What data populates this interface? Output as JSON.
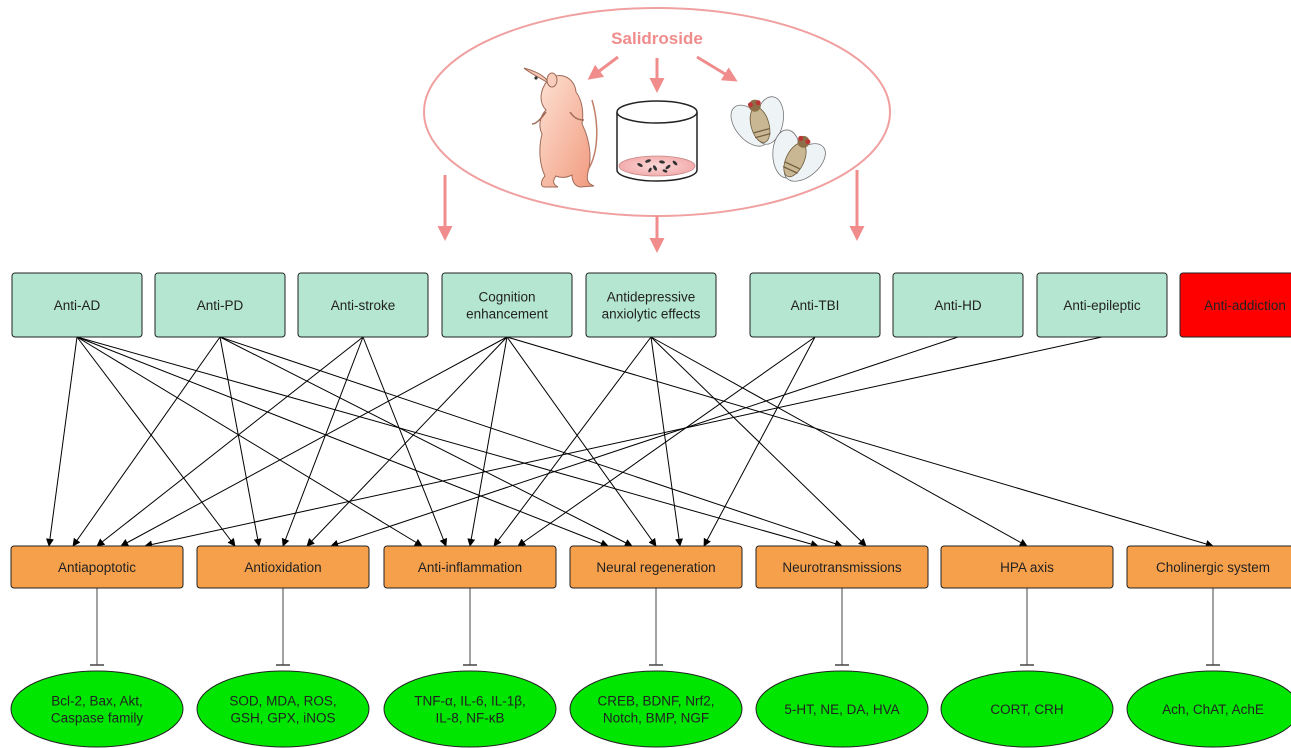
{
  "source": {
    "label": "Salidroside",
    "models": [
      {
        "name": "rat-illustration"
      },
      {
        "name": "cell-culture-dish-illustration"
      },
      {
        "name": "fruit-fly-illustration"
      }
    ]
  },
  "effects": [
    {
      "id": "anti-ad",
      "lines": [
        "Anti-AD"
      ]
    },
    {
      "id": "anti-pd",
      "lines": [
        "Anti-PD"
      ]
    },
    {
      "id": "anti-stroke",
      "lines": [
        "Anti-stroke"
      ]
    },
    {
      "id": "cognition",
      "lines": [
        "Cognition",
        "enhancement"
      ]
    },
    {
      "id": "antidepressive",
      "lines": [
        "Antidepressive",
        "anxiolytic effects"
      ]
    },
    {
      "id": "anti-tbi",
      "lines": [
        "Anti-TBI"
      ]
    },
    {
      "id": "anti-hd",
      "lines": [
        "Anti-HD"
      ]
    },
    {
      "id": "anti-epileptic",
      "lines": [
        "Anti-epileptic"
      ]
    },
    {
      "id": "anti-addiction",
      "lines": [
        "Anti-addiction"
      ],
      "highlight": true
    }
  ],
  "mechanisms": [
    {
      "id": "antiapoptotic",
      "label": "Antiapoptotic"
    },
    {
      "id": "antioxidation",
      "label": "Antioxidation"
    },
    {
      "id": "anti-inflammation",
      "label": "Anti-inflammation"
    },
    {
      "id": "neural-regeneration",
      "label": "Neural regeneration"
    },
    {
      "id": "neurotransmissions",
      "label": "Neurotransmissions"
    },
    {
      "id": "hpa-axis",
      "label": "HPA axis"
    },
    {
      "id": "cholinergic-system",
      "label": "Cholinergic system"
    }
  ],
  "targets": [
    {
      "lines": [
        "Bcl-2, Bax, Akt,",
        "Caspase family"
      ]
    },
    {
      "lines": [
        "SOD, MDA, ROS,",
        "GSH, GPX, iNOS"
      ]
    },
    {
      "lines": [
        "TNF-α, IL-6, IL-1β,",
        "IL-8, NF-κB"
      ]
    },
    {
      "lines": [
        "CREB, BDNF, Nrf2,",
        "Notch, BMP, NGF"
      ]
    },
    {
      "lines": [
        "5-HT, NE, DA, HVA"
      ]
    },
    {
      "lines": [
        "CORT, CRH"
      ]
    },
    {
      "lines": [
        "Ach, ChAT, AchE"
      ]
    }
  ],
  "links": [
    [
      0,
      0
    ],
    [
      0,
      1
    ],
    [
      0,
      2
    ],
    [
      0,
      3
    ],
    [
      0,
      4
    ],
    [
      1,
      0
    ],
    [
      1,
      1
    ],
    [
      1,
      3
    ],
    [
      1,
      4
    ],
    [
      2,
      0
    ],
    [
      2,
      1
    ],
    [
      2,
      2
    ],
    [
      3,
      0
    ],
    [
      3,
      1
    ],
    [
      3,
      2
    ],
    [
      3,
      3
    ],
    [
      3,
      6
    ],
    [
      4,
      2
    ],
    [
      4,
      3
    ],
    [
      4,
      4
    ],
    [
      4,
      5
    ],
    [
      5,
      2
    ],
    [
      5,
      3
    ],
    [
      6,
      1
    ],
    [
      7,
      0
    ]
  ],
  "colors": {
    "accent": "#f08c8c",
    "effect_fill": "#b4e6d2",
    "effect_highlight": "#ff0000",
    "mechanism_fill": "#f7a04b",
    "target_fill": "#00e600",
    "line": "#000000"
  }
}
